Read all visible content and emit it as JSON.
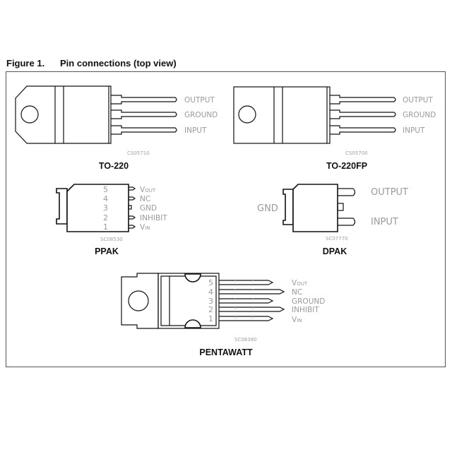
{
  "figure": {
    "number": "Figure 1.",
    "title": "Pin connections (top view)"
  },
  "packages": {
    "to220": {
      "name": "TO-220",
      "code": "CS05710",
      "pins": [
        "OUTPUT",
        "GROUND",
        "INPUT"
      ]
    },
    "to220fp": {
      "name": "TO-220FP",
      "code": "CS05700",
      "pins": [
        "OUTPUT",
        "GROUND",
        "INPUT"
      ]
    },
    "ppak": {
      "name": "PPAK",
      "code": "SC08530",
      "numbers": [
        "5",
        "4",
        "3",
        "2",
        "1"
      ],
      "pins": [
        {
          "main": "V",
          "sub": "OUT"
        },
        {
          "main": "NC",
          "sub": ""
        },
        {
          "main": "GND",
          "sub": ""
        },
        {
          "main": "INHIBIT",
          "sub": ""
        },
        {
          "main": "V",
          "sub": "IN"
        }
      ]
    },
    "dpak": {
      "name": "DPAK",
      "code": "SC07770",
      "pins": {
        "output": "OUTPUT",
        "input": "INPUT",
        "gnd": "GND"
      }
    },
    "pentawatt": {
      "name": "PENTAWATT",
      "code": "SC08380",
      "numbers": [
        "5",
        "4",
        "3",
        "2",
        "1"
      ],
      "pins": [
        {
          "main": "V",
          "sub": "OUT"
        },
        {
          "main": "NC",
          "sub": ""
        },
        {
          "main": "GROUND",
          "sub": ""
        },
        {
          "main": "INHIBIT",
          "sub": ""
        },
        {
          "main": "V",
          "sub": "IN"
        }
      ]
    }
  }
}
